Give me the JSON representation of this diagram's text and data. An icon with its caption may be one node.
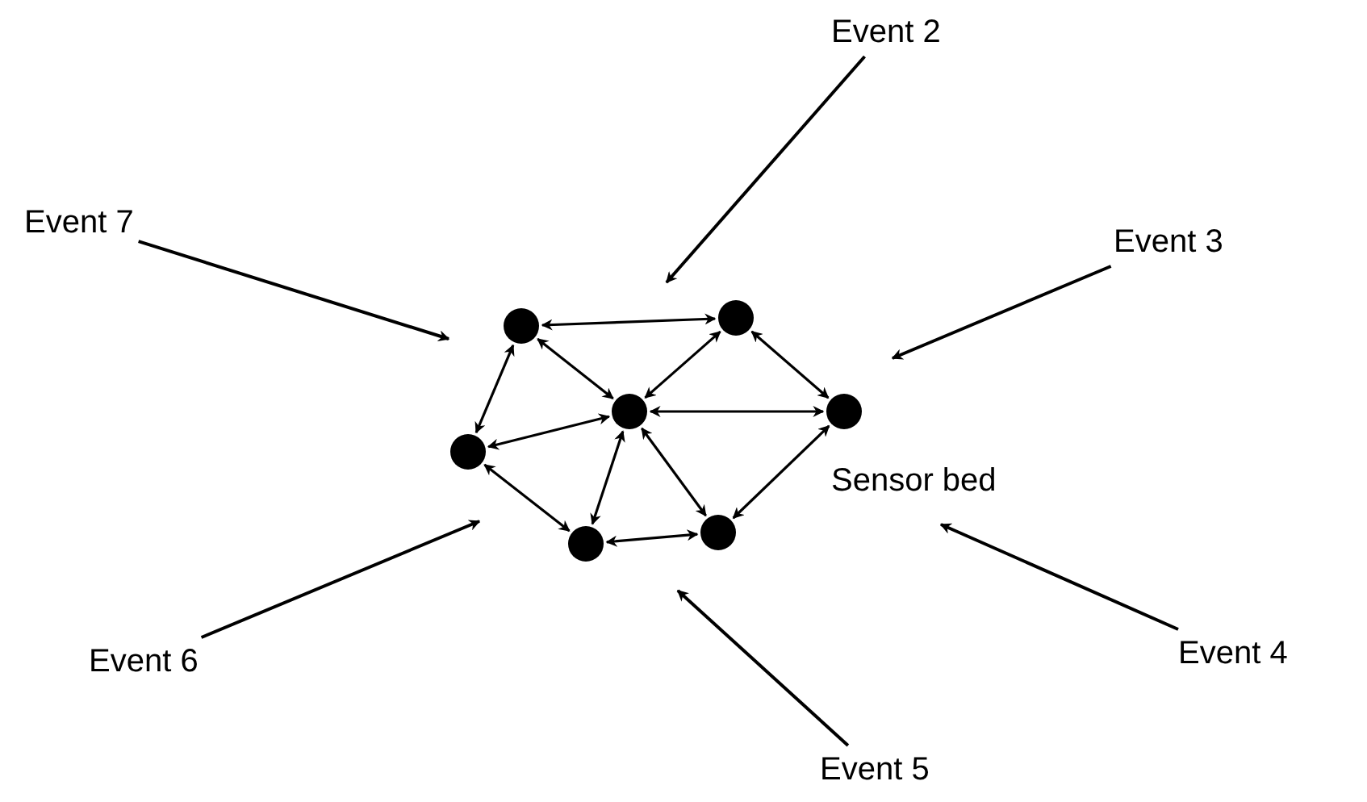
{
  "diagram": {
    "nodes": [
      {
        "text": [
          "Event 2"
        ]
      },
      {
        "text": [
          "Event 7"
        ]
      },
      {
        "text": [
          "Event 3"
        ]
      },
      {
        "text": [],
        "shape": "circle"
      },
      {
        "text": [],
        "shape": "circle"
      },
      {
        "text": [],
        "shape": "circle"
      },
      {
        "text": [],
        "shape": "circle"
      },
      {
        "text": [],
        "shape": "circle"
      },
      {
        "text": [],
        "shape": "circle"
      },
      {
        "text": [],
        "shape": "circle"
      },
      {
        "text": [
          "Event 6"
        ]
      },
      {
        "text": [
          "Event 4"
        ]
      },
      {
        "text": [
          "Event 5"
        ]
      }
    ],
    "edges": [
      {
        "from": 3,
        "to": 4,
        "arrow": "both"
      },
      {
        "from": 3,
        "to": 5,
        "arrow": "both"
      },
      {
        "from": 3,
        "to": 7,
        "arrow": "both"
      },
      {
        "from": 4,
        "to": 5,
        "arrow": "both"
      },
      {
        "from": 4,
        "to": 6,
        "arrow": "both"
      },
      {
        "from": 5,
        "to": 6,
        "arrow": "both"
      },
      {
        "from": 5,
        "to": 7,
        "arrow": "both"
      },
      {
        "from": 5,
        "to": 9,
        "arrow": "both"
      },
      {
        "from": 5,
        "to": 8,
        "arrow": "both"
      },
      {
        "from": 7,
        "to": 9,
        "arrow": "both"
      },
      {
        "from": 9,
        "to": 8,
        "arrow": "both"
      },
      {
        "from": 8,
        "to": 6,
        "arrow": "both"
      },
      {
        "from": 0,
        "to": null,
        "arrow": "to"
      },
      {
        "from": 1,
        "to": null,
        "arrow": "to"
      },
      {
        "from": 2,
        "to": null,
        "arrow": "to"
      },
      {
        "from": 10,
        "to": null,
        "arrow": "to"
      },
      {
        "from": 11,
        "to": null,
        "arrow": "to"
      },
      {
        "from": 12,
        "to": null,
        "arrow": "to"
      }
    ],
    "labels": [
      "Sensor bed"
    ]
  }
}
